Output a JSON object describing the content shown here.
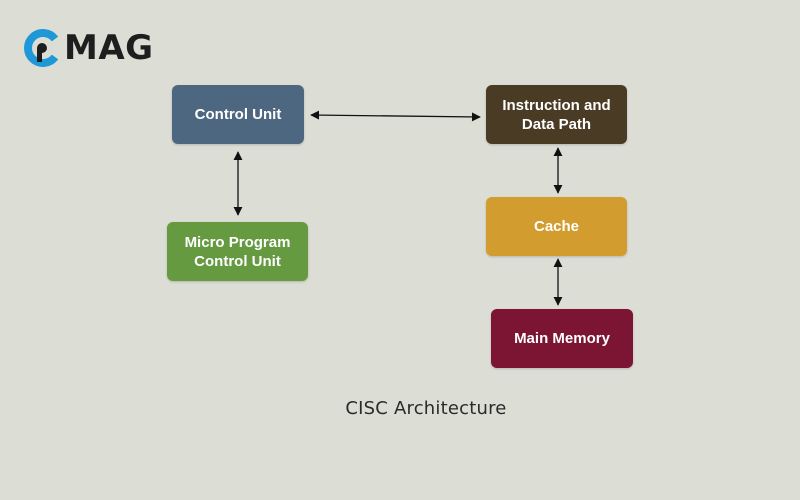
{
  "logo": {
    "text": "MAG",
    "icon": "cmag-c-icon",
    "color_primary": "#1e98d6"
  },
  "blocks": {
    "control_unit": "Control Unit",
    "micro_program_control_unit": "Micro Program Control Unit",
    "instruction_data_path": "Instruction and Data Path",
    "cache": "Cache",
    "main_memory": "Main Memory"
  },
  "colors": {
    "control_unit": "#4e6781",
    "micro_program_control_unit": "#659a41",
    "instruction_data_path": "#4a3b24",
    "cache": "#d39c2f",
    "main_memory": "#7c1434",
    "background": "#dcded6"
  },
  "caption": "CISC Architecture"
}
